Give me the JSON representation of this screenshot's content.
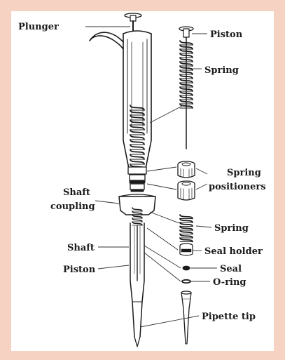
{
  "figure": {
    "labels": {
      "plunger": "Plunger",
      "piston_top": "Piston",
      "spring_top": "Spring",
      "spring_positioners_1": "Spring",
      "spring_positioners_2": "positioners",
      "shaft_coupling_1": "Shaft",
      "shaft_coupling_2": "coupling",
      "spring_lower": "Spring",
      "shaft": "Shaft",
      "piston_lower": "Piston",
      "seal_holder": "Seal holder",
      "seal": "Seal",
      "o_ring": "O-ring",
      "pipette_tip": "Pipette tip"
    }
  },
  "colors": {
    "background": "#f6d2c3",
    "panel": "#ffffff",
    "ink": "#1b1b1b"
  }
}
